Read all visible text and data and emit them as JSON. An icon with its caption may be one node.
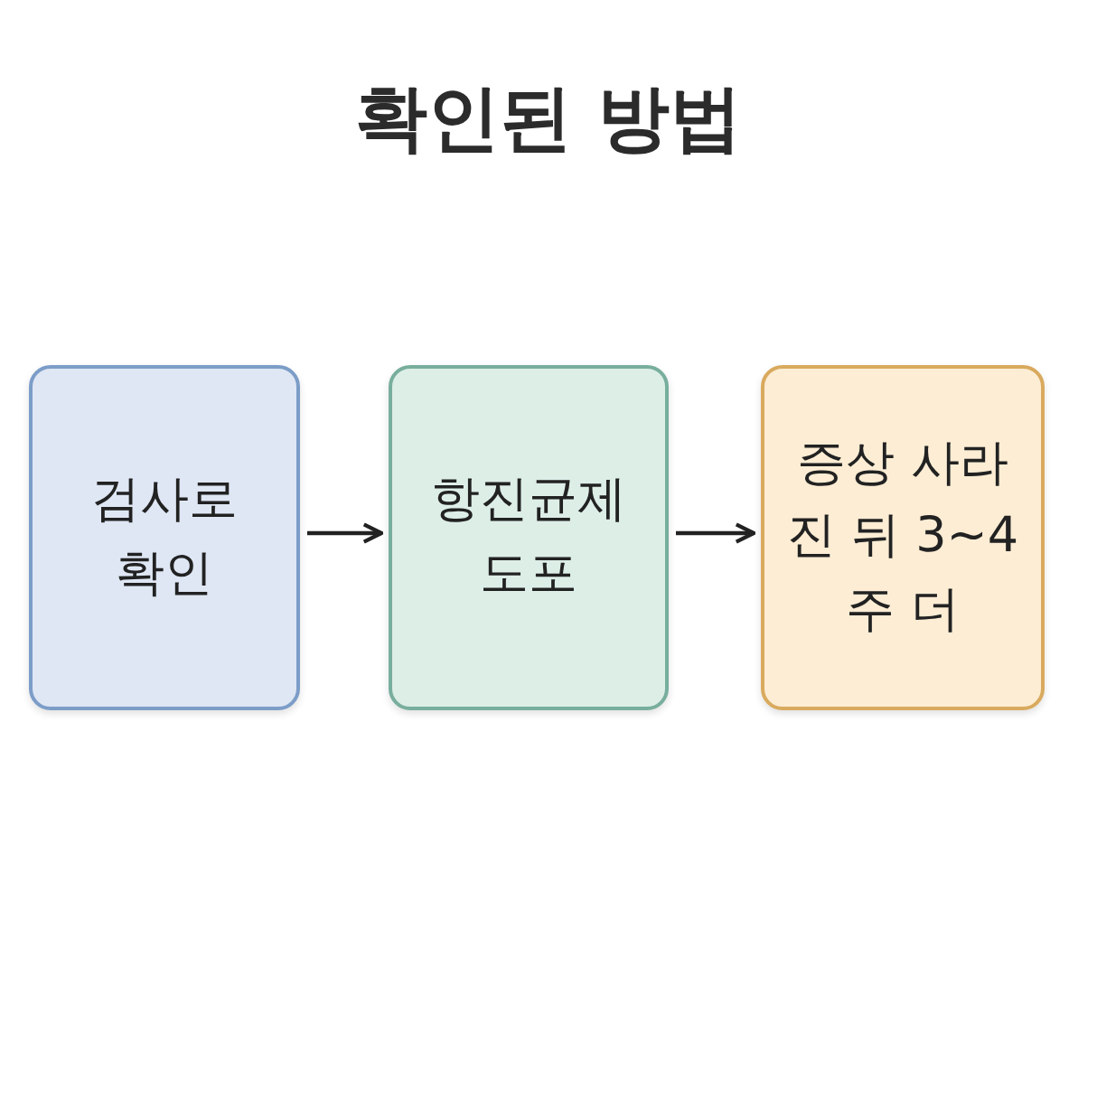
{
  "diagram": {
    "title": "확인된 방법",
    "nodes": [
      {
        "text": [
          "검사로 확인"
        ]
      },
      {
        "text": [
          "항진균제 도포"
        ]
      },
      {
        "text": [
          "증상 사라진 뒤 3~4주 더"
        ]
      }
    ],
    "edges": [
      {
        "from": 0,
        "to": 1,
        "arrow": "to"
      },
      {
        "from": 1,
        "to": 2,
        "arrow": "to"
      }
    ]
  }
}
